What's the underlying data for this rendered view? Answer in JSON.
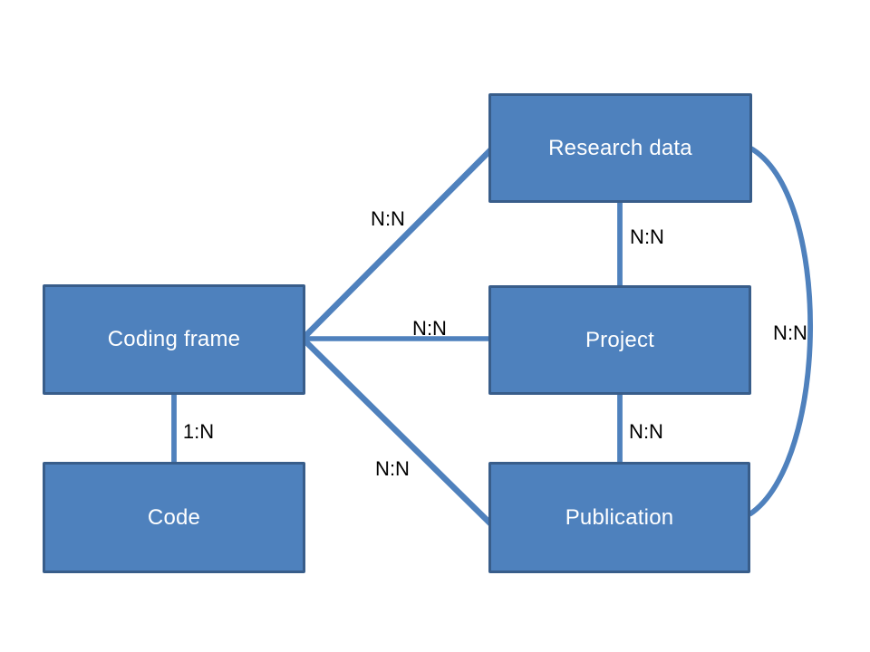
{
  "diagram": {
    "colors": {
      "node_fill": "#4e81bd",
      "node_border": "#385d8a",
      "connector": "#4f81bd",
      "node_text": "#ffffff",
      "relationship_text": "#000000",
      "background": "#ffffff"
    },
    "nodes": {
      "research_data": {
        "label": "Research data"
      },
      "coding_frame": {
        "label": "Coding frame"
      },
      "project": {
        "label": "Project"
      },
      "code": {
        "label": "Code"
      },
      "publication": {
        "label": "Publication"
      }
    },
    "relationships": {
      "coding_frame__research_data": {
        "from": "coding_frame",
        "to": "research_data",
        "label": "N:N"
      },
      "research_data__project": {
        "from": "research_data",
        "to": "project",
        "label": "N:N"
      },
      "coding_frame__project": {
        "from": "coding_frame",
        "to": "project",
        "label": "N:N"
      },
      "research_data__publication": {
        "from": "research_data",
        "to": "publication",
        "label": "N:N"
      },
      "coding_frame__code": {
        "from": "coding_frame",
        "to": "code",
        "label": "1:N"
      },
      "project__publication": {
        "from": "project",
        "to": "publication",
        "label": "N:N"
      },
      "coding_frame__publication": {
        "from": "coding_frame",
        "to": "publication",
        "label": "N:N"
      }
    }
  }
}
